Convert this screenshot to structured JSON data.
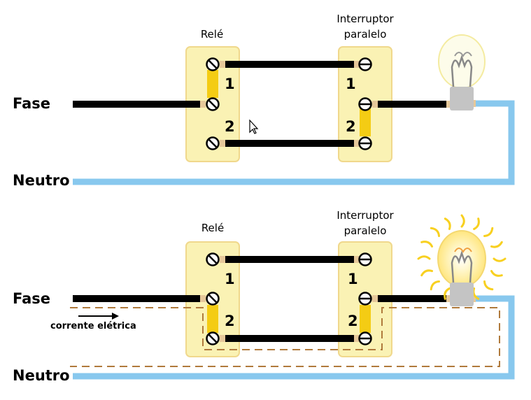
{
  "colors": {
    "wire_phase": "#000000",
    "wire_neutral": "#88c8ee",
    "switch_body": "#faf2b4",
    "switch_border": "#f0d88c",
    "contact_bridge": "#f4cc14",
    "current_path": "#b07a3c",
    "bulb_glow": "#f8d020"
  },
  "top": {
    "fase_label": "Fase",
    "neutro_label": "Neutro",
    "rele_label": "Relé",
    "interruptor_line1": "Interruptor",
    "interruptor_line2": "paralelo",
    "rele_num1": "1",
    "rele_num2": "2",
    "sw_num1": "1",
    "sw_num2": "2",
    "lamp_state": "off"
  },
  "bottom": {
    "fase_label": "Fase",
    "neutro_label": "Neutro",
    "rele_label": "Relé",
    "interruptor_line1": "Interruptor",
    "interruptor_line2": "paralelo",
    "rele_num1": "1",
    "rele_num2": "2",
    "sw_num1": "1",
    "sw_num2": "2",
    "current_label": "corrente elétrica",
    "lamp_state": "on"
  }
}
